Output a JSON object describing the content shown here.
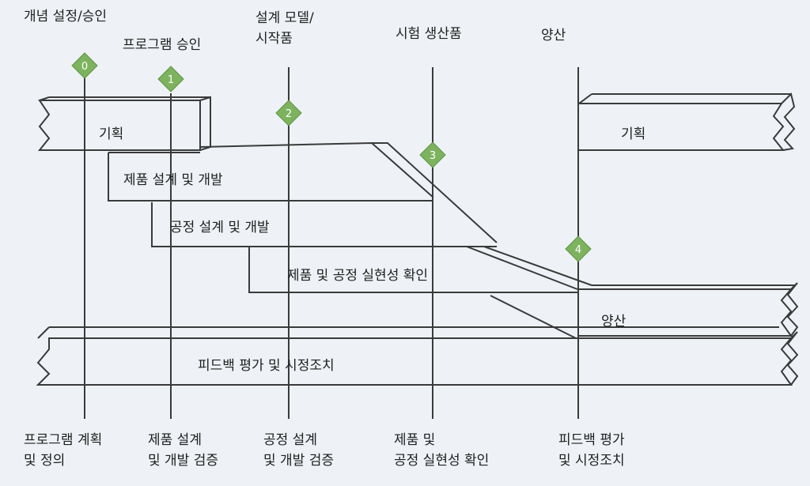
{
  "milestones": [
    {
      "number": "0",
      "top_label": "개념 설정/승인",
      "bottom_lines": [
        "프로그램 계획",
        "및 정의"
      ]
    },
    {
      "number": "1",
      "top_label": "프로그램 승인",
      "bottom_lines": [
        "제품 설계",
        "및 개발 검증"
      ]
    },
    {
      "number": "2",
      "top_lines": [
        "설계 모델/",
        "시작품"
      ],
      "bottom_lines": [
        "공정 설계",
        "및 개발 검증"
      ]
    },
    {
      "number": "3",
      "top_label": "시험 생산품",
      "bottom_lines": [
        "제품 및",
        "공정 실현성 확인"
      ]
    },
    {
      "number": "4",
      "top_label": "양산",
      "bottom_lines": [
        "피드백 평가",
        "및 시정조치"
      ]
    }
  ],
  "phases": {
    "planning": "기획",
    "product_design": "제품 설계 및 개발",
    "process_design": "공정 설계 및 개발",
    "validation": "제품 및 공정 실현성 확인",
    "production": "양산",
    "feedback": "피드백 평가 및 시정조치",
    "planning_repeat": "기획"
  },
  "colors": {
    "diamond": "#7db35f",
    "line": "#3a3a3a",
    "background": "#eef2f6"
  }
}
